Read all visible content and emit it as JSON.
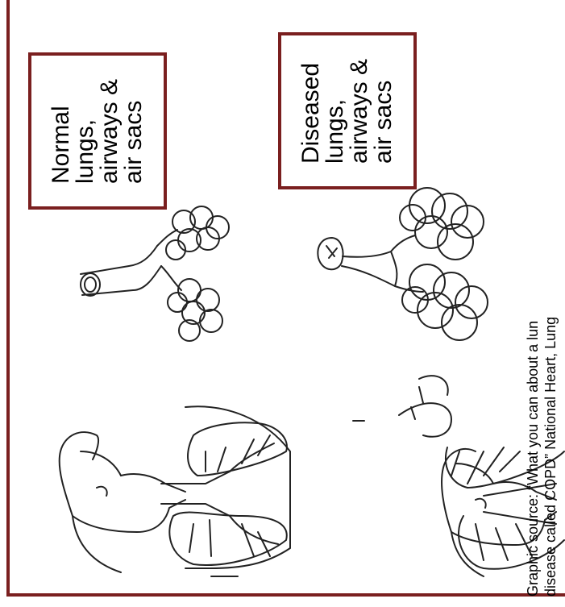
{
  "normal_label": {
    "line1": "Normal",
    "line2": "lungs,",
    "line3": "airways &",
    "line4": "air sacs"
  },
  "diseased_label": {
    "line1": "Diseased",
    "line2": "lungs,",
    "line3": "airways &",
    "line4": "air sacs"
  },
  "source": {
    "line1": "Graphic source: “What you can about a lun",
    "line2": "disease called COPD” National Heart, Lung"
  },
  "colors": {
    "frame": "#7a1f1f",
    "ink": "#222222"
  }
}
